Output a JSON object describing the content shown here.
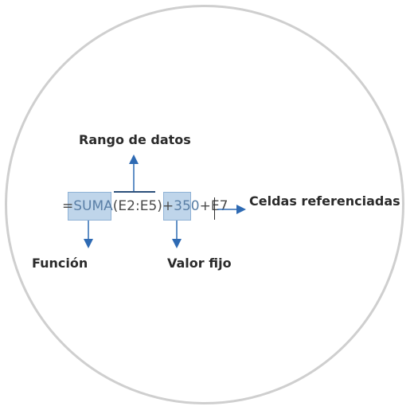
{
  "labels": {
    "range": "Rango de datos",
    "function": "Función",
    "fixed": "Valor fijo",
    "cells": "Celdas referenciadas"
  },
  "formula": {
    "eq": "=",
    "func": "SUMA",
    "range": "(E2:E5)+",
    "fixed": "350",
    "rest": "+E7"
  },
  "colors": {
    "arrow": "#2e6ab3",
    "highlight": "#bfd5ea",
    "border": "#cfcfcf"
  }
}
